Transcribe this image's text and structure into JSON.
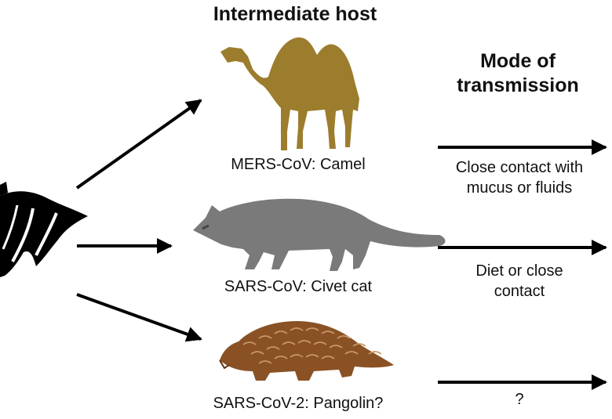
{
  "headers": {
    "intermediate_host": "Intermediate host",
    "mode_of_transmission": [
      "Mode of",
      "transmission"
    ]
  },
  "hosts": [
    {
      "name": "camel",
      "label": "MERS-CoV: Camel",
      "transmission": [
        "Close contact with",
        "mucus or fluids"
      ],
      "color": "#9c7d2d"
    },
    {
      "name": "civet",
      "label": "SARS-CoV: Civet cat",
      "transmission": [
        "Diet or close",
        "contact"
      ],
      "color": "#7a7a7a"
    },
    {
      "name": "pangolin",
      "label": "SARS-CoV-2: Pangolin?",
      "transmission": [
        "?"
      ],
      "color": "#8a5224"
    }
  ],
  "icons": {
    "source": "bat-icon",
    "hosts": [
      "camel-icon",
      "civet-icon",
      "pangolin-icon"
    ]
  },
  "colors": {
    "arrow": "#000000",
    "bat": "#000000"
  }
}
